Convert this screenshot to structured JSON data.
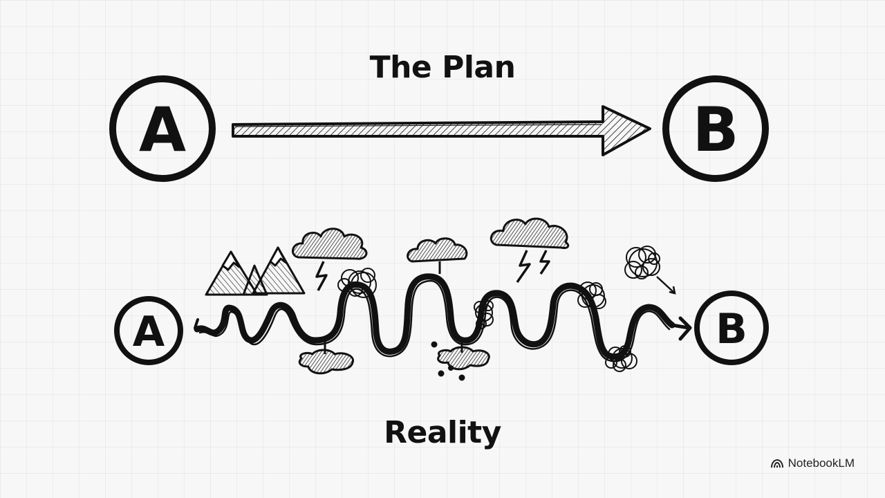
{
  "plan": {
    "title": "The Plan",
    "start_label": "A",
    "end_label": "B"
  },
  "reality": {
    "title": "Reality",
    "start_label": "A",
    "end_label": "B"
  },
  "brand": {
    "name": "NotebookLM",
    "icon": "notebooklm-logo-icon"
  },
  "colors": {
    "ink": "#111111",
    "background": "#f7f7f7",
    "grid": "#e6e6e6"
  }
}
